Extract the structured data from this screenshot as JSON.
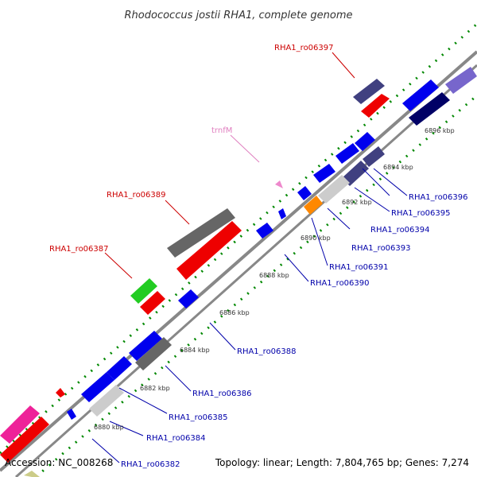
{
  "title": "Rhodococcus jostii RHA1, complete genome",
  "footer": {
    "accession": "Accession: NC_008268",
    "summary": "Topology: linear; Length: 7,804,765 bp; Genes: 7,274"
  },
  "ticks": [
    "6880 kbp",
    "6882 kbp",
    "6884 kbp",
    "6886 kbp",
    "6888 kbp",
    "6890 kbp",
    "6892 kbp",
    "6894 kbp",
    "6896 kbp"
  ],
  "labels": {
    "ro06397": "RHA1_ro06397",
    "trnfM": "trnfM",
    "ro06389": "RHA1_ro06389",
    "ro06387": "RHA1_ro06387",
    "ro06396": "RHA1_ro06396",
    "ro06395": "RHA1_ro06395",
    "ro06394": "RHA1_ro06394",
    "ro06393": "RHA1_ro06393",
    "ro06391": "RHA1_ro06391",
    "ro06390": "RHA1_ro06390",
    "ro06388": "RHA1_ro06388",
    "ro06386": "RHA1_ro06386",
    "ro06385": "RHA1_ro06385",
    "ro06384": "RHA1_ro06384",
    "ro06382": "RHA1_ro06382"
  },
  "colors": {
    "red_label": "#cc0000",
    "blue_label": "#0000aa",
    "trna_label": "#e080c0",
    "gene_blue": "#0000ee",
    "gene_red": "#ee0000",
    "gene_grey": "#666666",
    "gene_lightgrey": "#cccccc",
    "gene_green": "#22cc22",
    "gene_navy": "#404080",
    "gene_orange": "#ff8800",
    "gene_purple": "#7766cc",
    "gene_pink": "#ee2299",
    "backbone": "#888888",
    "tick_green": "#008800"
  }
}
